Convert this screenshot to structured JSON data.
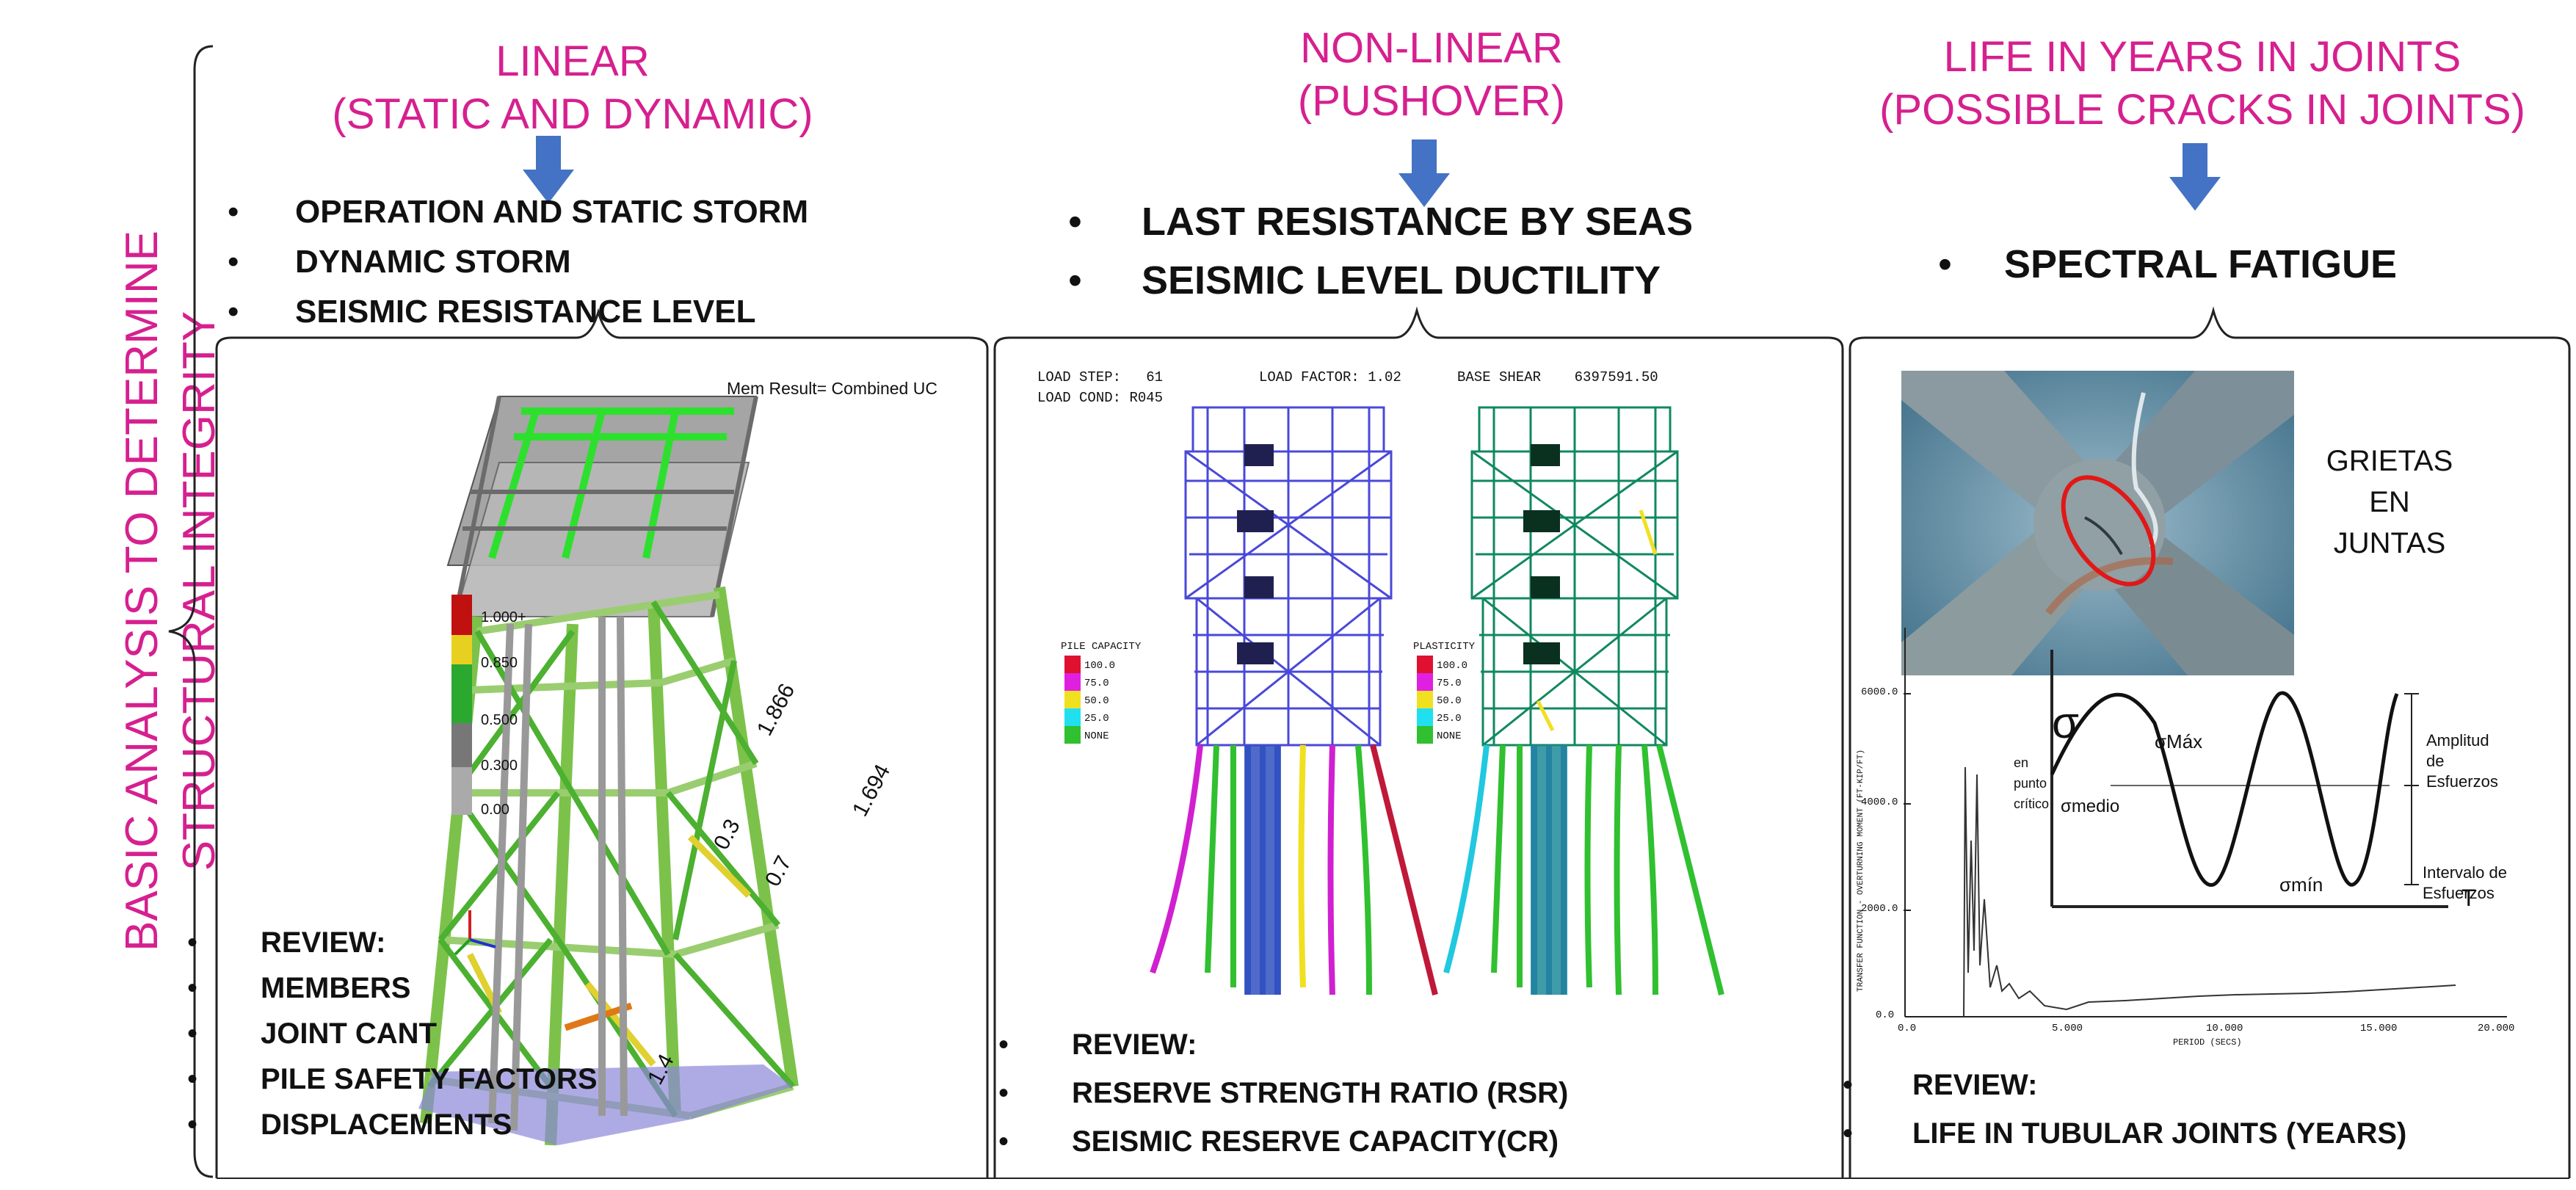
{
  "side_title": {
    "line1": "BASIC ANALYSIS TO DETERMINE",
    "line2": "STRUCTURAL INTEGRITY"
  },
  "columns": [
    {
      "heading": [
        "LINEAR",
        "(STATIC AND DYNAMIC)"
      ],
      "bullets": [
        "OPERATION AND STATIC STORM",
        "DYNAMIC STORM",
        "SEISMIC RESISTANCE LEVEL"
      ],
      "review": [
        "REVIEW:",
        "MEMBERS",
        "JOINT CANT",
        "PILE SAFETY FACTORS",
        "DISPLACEMENTS"
      ]
    },
    {
      "heading": [
        "NON-LINEAR",
        "(PUSHOVER)"
      ],
      "bullets": [
        "LAST RESISTANCE BY SEAS",
        "SEISMIC LEVEL DUCTILITY"
      ],
      "review": [
        "REVIEW:",
        "RESERVE STRENGTH RATIO (RSR)",
        "SEISMIC RESERVE CAPACITY(CR)"
      ]
    },
    {
      "heading": [
        "LIFE IN YEARS IN JOINTS",
        "(POSSIBLE CRACKS IN JOINTS)"
      ],
      "bullets": [
        "SPECTRAL FATIGUE"
      ],
      "review": [
        "REVIEW:",
        "LIFE IN TUBULAR JOINTS (YEARS)"
      ]
    }
  ],
  "linear_image": {
    "caption": "Mem Result= Combined UC",
    "scale_labels": [
      "1.000+",
      "0.850",
      "0.500",
      "0.300",
      "0.00"
    ],
    "scale_colors": [
      "#c01010",
      "#e8d020",
      "#2aa830",
      "#777777",
      "#9a9a9a"
    ],
    "member_labels": [
      "1.866",
      "1.694",
      "0.3",
      "0.7",
      "1.4"
    ]
  },
  "pushover_image": {
    "load_step_label": "LOAD STEP:",
    "load_step": "61",
    "load_factor_label": "LOAD FACTOR:",
    "load_factor": "1.02",
    "base_shear_label": "BASE SHEAR",
    "base_shear": "6397591.50",
    "load_cond_label": "LOAD COND:",
    "load_cond": "R045",
    "legend_left_title": "PILE CAPACITY",
    "legend_right_title": "PLASTICITY",
    "legend_values": [
      "100.0",
      "75.0",
      "50.0",
      "25.0",
      "NONE"
    ],
    "legend_colors": [
      "#e01030",
      "#e020e0",
      "#f0e020",
      "#20e0f0",
      "#30c030"
    ]
  },
  "fatigue_image": {
    "photo_caption": [
      "GRIETAS EN",
      "JUNTAS"
    ],
    "sigma": "σ",
    "sigma_desc": [
      "en",
      "punto",
      "crítico"
    ],
    "sigma_max": "σMáx",
    "sigma_medio": "σmedio",
    "sigma_min": "σmín",
    "amplitude": [
      "Amplitud",
      "de",
      "Esfuerzos"
    ],
    "interval": [
      "Intervalo de",
      "Esfuerzos"
    ],
    "time_axis": "T",
    "y_axis_label": "TRANSFER FUNCTION - OVERTURNING MOMENT (FT-KIP/FT)",
    "y_ticks": [
      "6000.0",
      "4000.0",
      "2000.0",
      "0.0"
    ],
    "x_ticks": [
      "0.0",
      "5.000",
      "10.000",
      "15.000",
      "20.000"
    ],
    "x_axis_label": "PERIOD (SECS)"
  },
  "colors": {
    "heading": "#d6208f",
    "arrow": "#4472c4"
  }
}
